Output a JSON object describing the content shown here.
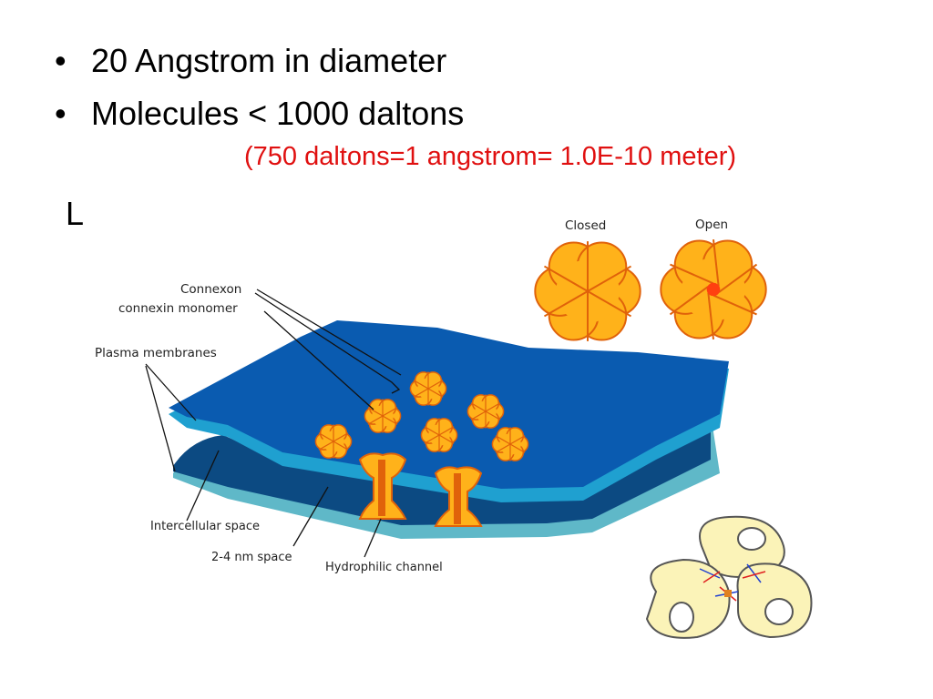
{
  "bullets": [
    {
      "text": "20 Angstrom in diameter"
    },
    {
      "text": "Molecules < 1000 daltons"
    }
  ],
  "note": "(750 daltons=1 angstrom= 1.0E-10 meter)",
  "stray_letter": "L",
  "figure": {
    "labels": {
      "closed": "Closed",
      "open": "Open",
      "connexon": "Connexon",
      "connexin_monomer": "connexin monomer",
      "plasma_membranes": "Plasma membranes",
      "intercellular_space": "Intercellular space",
      "nm_space": "2-4 nm space",
      "hydrophilic_channel": "Hydrophilic channel"
    },
    "colors": {
      "membrane_top": "#0a5bb0",
      "membrane_edge": "#1fa0d0",
      "membrane_bottom": "#0c4a82",
      "membrane_bottom_edge": "#5fb8c8",
      "connexon_fill": "#ffb21a",
      "connexon_stroke": "#e0620a",
      "cell_fill": "#fbf3b8"
    }
  }
}
